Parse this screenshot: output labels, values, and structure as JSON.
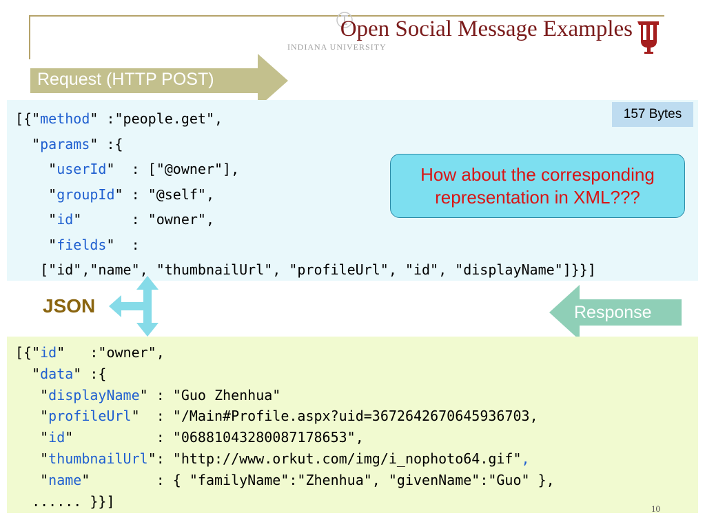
{
  "header": {
    "title": "Open Social Message Examples",
    "seal_text": "INDIANA UNIVERSITY"
  },
  "request": {
    "arrow_label": "Request (HTTP POST)",
    "bytes_badge": "157 Bytes",
    "code_lines": [
      [
        {
          "t": "[{\""
        },
        {
          "t": "method",
          "k": 1
        },
        {
          "t": "\" :\"people.get\","
        }
      ],
      [
        {
          "t": "  \""
        },
        {
          "t": "params",
          "k": 1
        },
        {
          "t": "\" :{"
        }
      ],
      [
        {
          "t": "    \""
        },
        {
          "t": "userId",
          "k": 1
        },
        {
          "t": "\"  : [\"@owner\"],"
        }
      ],
      [
        {
          "t": "    \""
        },
        {
          "t": "groupId",
          "k": 1
        },
        {
          "t": "\" : \"@self\","
        }
      ],
      [
        {
          "t": "    \""
        },
        {
          "t": "id",
          "k": 1
        },
        {
          "t": "\"      : \"owner\","
        }
      ],
      [
        {
          "t": "    \""
        },
        {
          "t": "fields",
          "k": 1
        },
        {
          "t": "\"  :"
        }
      ],
      [
        {
          "t": "   [\"id\",\"name\", \"thumbnailUrl\", \"profileUrl\", \"id\", \"displayName\"]}}]"
        }
      ]
    ]
  },
  "callout": {
    "text": "How about the corresponding representation in XML???"
  },
  "json_label": "JSON",
  "response": {
    "arrow_label": "Response",
    "code_lines": [
      [
        {
          "t": "[{\""
        },
        {
          "t": "id",
          "k": 1
        },
        {
          "t": "\"   :\"owner\","
        }
      ],
      [
        {
          "t": "  \""
        },
        {
          "t": "data",
          "k": 1
        },
        {
          "t": "\" :{"
        }
      ],
      [
        {
          "t": "   \""
        },
        {
          "t": "displayName",
          "k": 1
        },
        {
          "t": "\" : \"Guo Zhenhua\""
        }
      ],
      [
        {
          "t": "   \""
        },
        {
          "t": "profileUrl",
          "k": 1
        },
        {
          "t": "\"  : \"/Main#Profile.aspx?uid=3672642670645936703,"
        }
      ],
      [
        {
          "t": "   \""
        },
        {
          "t": "id",
          "k": 1
        },
        {
          "t": "\"          : \"06881043280087178653\","
        }
      ],
      [
        {
          "t": "   \""
        },
        {
          "t": "thumbnailUrl",
          "k": 1
        },
        {
          "t": "\": \"http://www.orkut.com/img/i_nophoto64.gif\""
        },
        {
          "t": ",",
          "k": 1
        }
      ],
      [
        {
          "t": "   \""
        },
        {
          "t": "name",
          "k": 1
        },
        {
          "t": "\"        : { \"familyName\":\"Zhenhua\", \"givenName\":\"Guo\" },"
        }
      ],
      [
        {
          "t": "  ...... }}]"
        }
      ]
    ]
  },
  "page_number": "10",
  "colors": {
    "title": "#7a1a1a",
    "arrow_olive": "#c3c08d",
    "arrow_mint": "#8fcfb7",
    "arrow_cyan": "#86dbe8",
    "json_label": "#8a6510",
    "key_blue": "#1f5fd0",
    "callout_text": "#d81515",
    "request_panel": "#e9f8fb",
    "response_panel": "#f1fad0"
  }
}
